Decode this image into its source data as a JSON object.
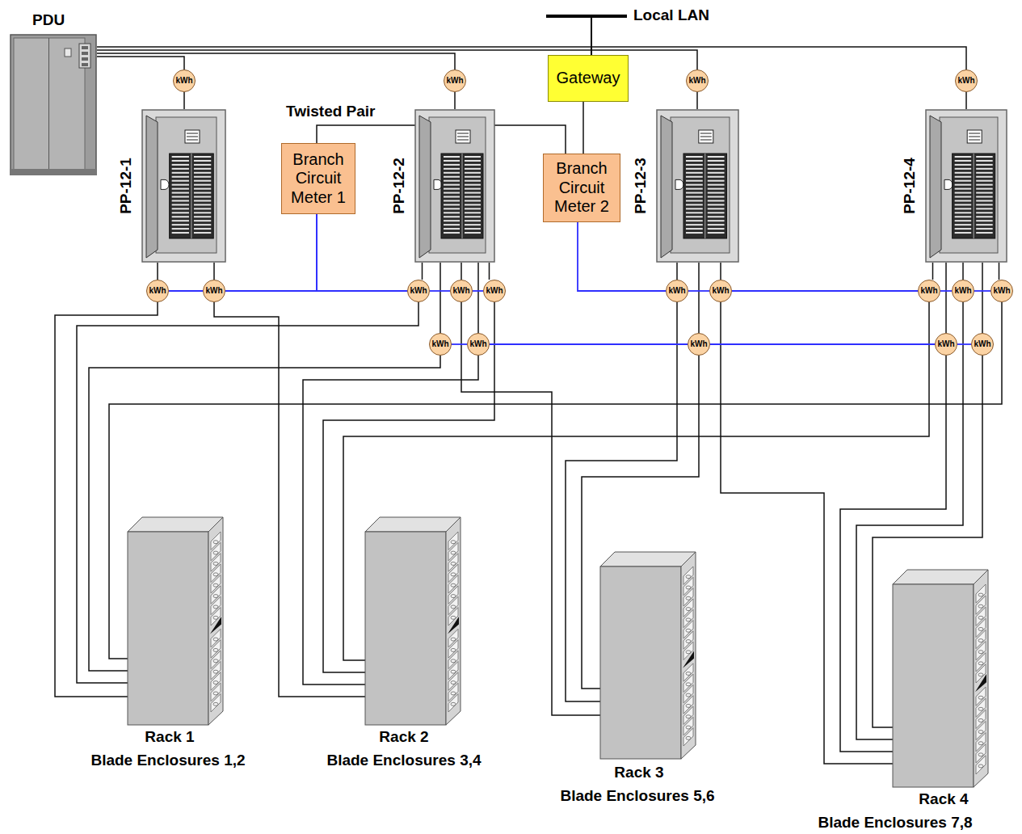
{
  "diagram": {
    "nodes": [
      {
        "text": [
          "PDU"
        ]
      },
      {
        "text": [
          "Gateway"
        ]
      },
      {
        "text": [
          "kWh"
        ]
      },
      {
        "text": [
          "PP-12-1"
        ]
      },
      {
        "text": [
          "Branch Circuit Meter 1"
        ]
      },
      {
        "text": [
          "kWh"
        ]
      },
      {
        "text": [
          "PP-12-2"
        ]
      },
      {
        "text": [
          "Branch Circuit Meter 2"
        ]
      },
      {
        "text": [
          "kWh"
        ]
      },
      {
        "text": [
          "PP-12-3"
        ]
      },
      {
        "text": [
          "kWh"
        ]
      },
      {
        "text": [
          "PP-12-4"
        ]
      },
      {
        "text": [
          "kWh"
        ]
      },
      {
        "text": [
          "kWh"
        ]
      },
      {
        "text": [
          "kWh"
        ]
      },
      {
        "text": [
          "kWh"
        ]
      },
      {
        "text": [
          "kWh"
        ]
      },
      {
        "text": [
          "kWh"
        ]
      },
      {
        "text": [
          "kWh"
        ]
      },
      {
        "text": [
          "kWh"
        ]
      },
      {
        "text": [
          "kWh"
        ]
      },
      {
        "text": [
          "kWh"
        ]
      },
      {
        "text": [
          "kWh"
        ]
      },
      {
        "text": [
          "kWh"
        ]
      },
      {
        "text": [
          "kWh"
        ]
      },
      {
        "text": [
          "kWh"
        ]
      },
      {
        "text": [
          "kWh"
        ]
      },
      {
        "text": [
          "Rack 1",
          "Blade Enclosures 1,2"
        ]
      },
      {
        "text": [
          "Rack 2",
          "Blade Enclosures 3,4"
        ]
      },
      {
        "text": [
          "Rack 3",
          "Blade Enclosures 5,6"
        ]
      },
      {
        "text": [
          "Rack 4",
          "Blade Enclosures 7,8"
        ]
      }
    ],
    "edges": [
      {
        "from": 0,
        "to": 2,
        "arrow": "none"
      },
      {
        "from": 0,
        "to": 5,
        "arrow": "none"
      },
      {
        "from": 0,
        "to": 8,
        "arrow": "none"
      },
      {
        "from": 0,
        "to": 10,
        "arrow": "none"
      },
      {
        "from": 2,
        "to": 3,
        "arrow": "none"
      },
      {
        "from": 5,
        "to": 6,
        "arrow": "none"
      },
      {
        "from": 8,
        "to": 9,
        "arrow": "none"
      },
      {
        "from": 10,
        "to": 11,
        "arrow": "none"
      },
      {
        "from": 3,
        "to": 12,
        "arrow": "none"
      },
      {
        "from": 3,
        "to": 13,
        "arrow": "none"
      },
      {
        "from": 6,
        "to": 14,
        "arrow": "none"
      },
      {
        "from": 6,
        "to": 15,
        "arrow": "none"
      },
      {
        "from": 6,
        "to": 16,
        "arrow": "none"
      },
      {
        "from": 6,
        "to": 22,
        "arrow": "none"
      },
      {
        "from": 6,
        "to": 23,
        "arrow": "none"
      },
      {
        "from": 9,
        "to": 17,
        "arrow": "none"
      },
      {
        "from": 9,
        "to": 18,
        "arrow": "none"
      },
      {
        "from": 9,
        "to": 24,
        "arrow": "none"
      },
      {
        "from": 11,
        "to": 19,
        "arrow": "none"
      },
      {
        "from": 11,
        "to": 20,
        "arrow": "none"
      },
      {
        "from": 11,
        "to": 21,
        "arrow": "none"
      },
      {
        "from": 11,
        "to": 25,
        "arrow": "none"
      },
      {
        "from": 11,
        "to": 26,
        "arrow": "none"
      },
      {
        "from": 12,
        "to": 27,
        "arrow": "none"
      },
      {
        "from": 14,
        "to": 27,
        "arrow": "none"
      },
      {
        "from": 22,
        "to": 27,
        "arrow": "none"
      },
      {
        "from": 21,
        "to": 27,
        "arrow": "none"
      },
      {
        "from": 13,
        "to": 28,
        "arrow": "none"
      },
      {
        "from": 23,
        "to": 28,
        "arrow": "none"
      },
      {
        "from": 16,
        "to": 28,
        "arrow": "none"
      },
      {
        "from": 19,
        "to": 28,
        "arrow": "none"
      },
      {
        "from": 15,
        "to": 29,
        "arrow": "none"
      },
      {
        "from": 17,
        "to": 29,
        "arrow": "none"
      },
      {
        "from": 24,
        "to": 29,
        "arrow": "none"
      },
      {
        "from": 18,
        "to": 30,
        "arrow": "none"
      },
      {
        "from": 25,
        "to": 30,
        "arrow": "none"
      },
      {
        "from": 20,
        "to": 30,
        "arrow": "none"
      },
      {
        "from": 26,
        "to": 30,
        "arrow": "none"
      },
      {
        "from": 12,
        "to": 13,
        "arrow": "none"
      },
      {
        "from": 4,
        "to": 13,
        "arrow": "none"
      },
      {
        "from": 4,
        "to": 14,
        "arrow": "none"
      },
      {
        "from": 14,
        "to": 15,
        "arrow": "none"
      },
      {
        "from": 15,
        "to": 16,
        "arrow": "none"
      },
      {
        "from": 22,
        "to": 23,
        "arrow": "none"
      },
      {
        "from": 23,
        "to": 24,
        "arrow": "none"
      },
      {
        "from": 24,
        "to": 25,
        "arrow": "none"
      },
      {
        "from": 25,
        "to": 26,
        "arrow": "none"
      },
      {
        "from": 7,
        "to": 17,
        "arrow": "none"
      },
      {
        "from": 17,
        "to": 18,
        "arrow": "none"
      },
      {
        "from": 18,
        "to": 19,
        "arrow": "none"
      },
      {
        "from": 19,
        "to": 20,
        "arrow": "none"
      },
      {
        "from": 20,
        "to": 21,
        "arrow": "none"
      },
      {
        "from": 4,
        "to": 7,
        "arrow": "none"
      },
      {
        "from": 1,
        "to": 7,
        "arrow": "none"
      }
    ],
    "labels": [
      "Local LAN",
      "Twisted Pair"
    ]
  }
}
